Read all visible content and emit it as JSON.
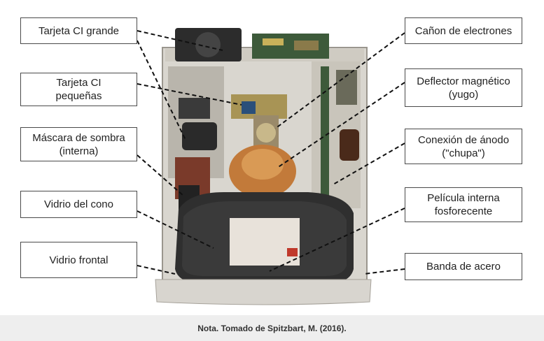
{
  "labels": {
    "tarjeta_grande": "Tarjeta CI grande",
    "tarjeta_pequena": "Tarjeta CI\npequeñas",
    "mascara": "Máscara de sombra\n(interna)",
    "vidrio_cono": "Vidrio del cono",
    "vidrio_frontal": "Vidrio frontal",
    "canon": "Cañon de electrones",
    "deflector": "Deflector magnético\n(yugo)",
    "conexion": "Conexión de ánodo\n(\"chupa\")",
    "pelicula": "Película interna\nfosforecente",
    "banda": "Banda de acero"
  },
  "caption": "Nota. Tomado de Spitzbart, M. (2016)."
}
